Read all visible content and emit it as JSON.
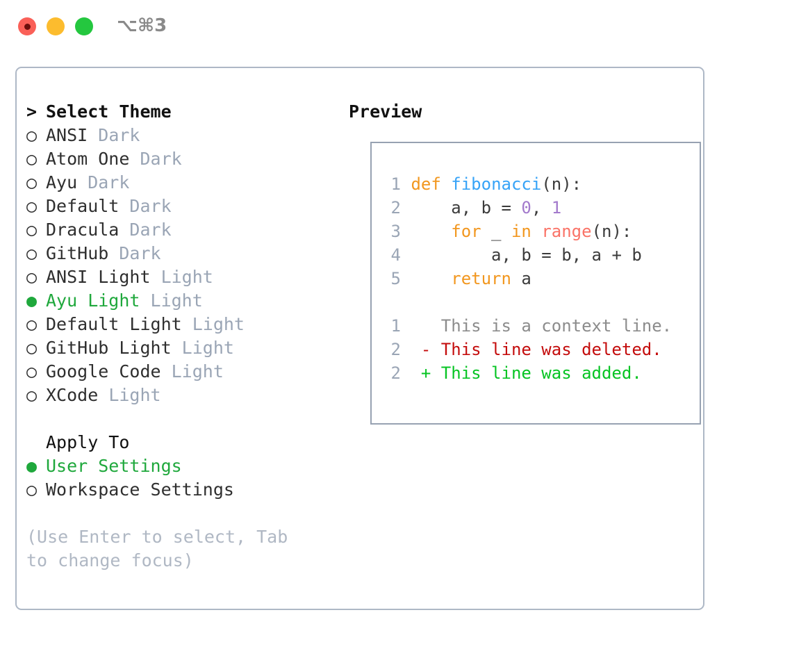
{
  "titlebar": {
    "shortcut": "⌥⌘3",
    "buttons": [
      {
        "name": "close",
        "color": "#fa6058"
      },
      {
        "name": "minimize",
        "color": "#fcbc2e"
      },
      {
        "name": "zoom",
        "color": "#24c73f"
      }
    ]
  },
  "theme_picker": {
    "heading": "Select Theme",
    "heading_marker": ">",
    "bullet_unselected": "○",
    "bullet_selected": "●",
    "items": [
      {
        "label": "ANSI",
        "tag": "Dark",
        "selected": false
      },
      {
        "label": "Atom One",
        "tag": "Dark",
        "selected": false
      },
      {
        "label": "Ayu",
        "tag": "Dark",
        "selected": false
      },
      {
        "label": "Default",
        "tag": "Dark",
        "selected": false
      },
      {
        "label": "Dracula",
        "tag": "Dark",
        "selected": false
      },
      {
        "label": "GitHub",
        "tag": "Dark",
        "selected": false
      },
      {
        "label": "ANSI Light",
        "tag": "Light",
        "selected": false
      },
      {
        "label": "Ayu Light",
        "tag": "Light",
        "selected": true
      },
      {
        "label": "Default Light",
        "tag": "Light",
        "selected": false
      },
      {
        "label": "GitHub Light",
        "tag": "Light",
        "selected": false
      },
      {
        "label": "Google Code",
        "tag": "Light",
        "selected": false
      },
      {
        "label": "XCode",
        "tag": "Light",
        "selected": false
      }
    ]
  },
  "apply_to": {
    "heading": "Apply To",
    "items": [
      {
        "label": "User Settings",
        "selected": true
      },
      {
        "label": "Workspace Settings",
        "selected": false
      }
    ]
  },
  "help": {
    "text": "(Use Enter to select, Tab to change focus)"
  },
  "preview": {
    "heading": "Preview",
    "code_lines": [
      {
        "num": "1",
        "tokens": [
          {
            "t": "def",
            "c": "kw"
          },
          {
            "t": " ",
            "c": "plain"
          },
          {
            "t": "fibonacci",
            "c": "fn"
          },
          {
            "t": "(n):",
            "c": "plain"
          }
        ]
      },
      {
        "num": "2",
        "tokens": [
          {
            "t": "    a, b = ",
            "c": "plain"
          },
          {
            "t": "0",
            "c": "num"
          },
          {
            "t": ", ",
            "c": "plain"
          },
          {
            "t": "1",
            "c": "num"
          }
        ]
      },
      {
        "num": "3",
        "tokens": [
          {
            "t": "    ",
            "c": "plain"
          },
          {
            "t": "for",
            "c": "kw"
          },
          {
            "t": " _ ",
            "c": "plain"
          },
          {
            "t": "in",
            "c": "kw"
          },
          {
            "t": " ",
            "c": "plain"
          },
          {
            "t": "range",
            "c": "builtin"
          },
          {
            "t": "(n):",
            "c": "plain"
          }
        ]
      },
      {
        "num": "4",
        "tokens": [
          {
            "t": "        a, b = b, a + b",
            "c": "plain"
          }
        ]
      },
      {
        "num": "5",
        "tokens": [
          {
            "t": "    ",
            "c": "plain"
          },
          {
            "t": "return",
            "c": "kw"
          },
          {
            "t": " a",
            "c": "plain"
          }
        ]
      }
    ],
    "diff_lines": [
      {
        "num": "1",
        "marker": " ",
        "text": "This is a context line.",
        "kind": "ctx"
      },
      {
        "num": "2",
        "marker": "-",
        "text": "This line was deleted.",
        "kind": "del"
      },
      {
        "num": "2",
        "marker": "+",
        "text": "This line was added.",
        "kind": "add"
      }
    ]
  },
  "colors": {
    "accent_green": "#1fa83c",
    "keyword_orange": "#f2971f",
    "function_blue": "#36a3f7",
    "number_purple": "#a37acc",
    "builtin_salmon": "#fa7367",
    "diff_delete_red": "#c40d0d",
    "diff_add_green": "#06c423",
    "muted_gray": "#9aa5b5",
    "border_gray": "#aeb8c6"
  }
}
